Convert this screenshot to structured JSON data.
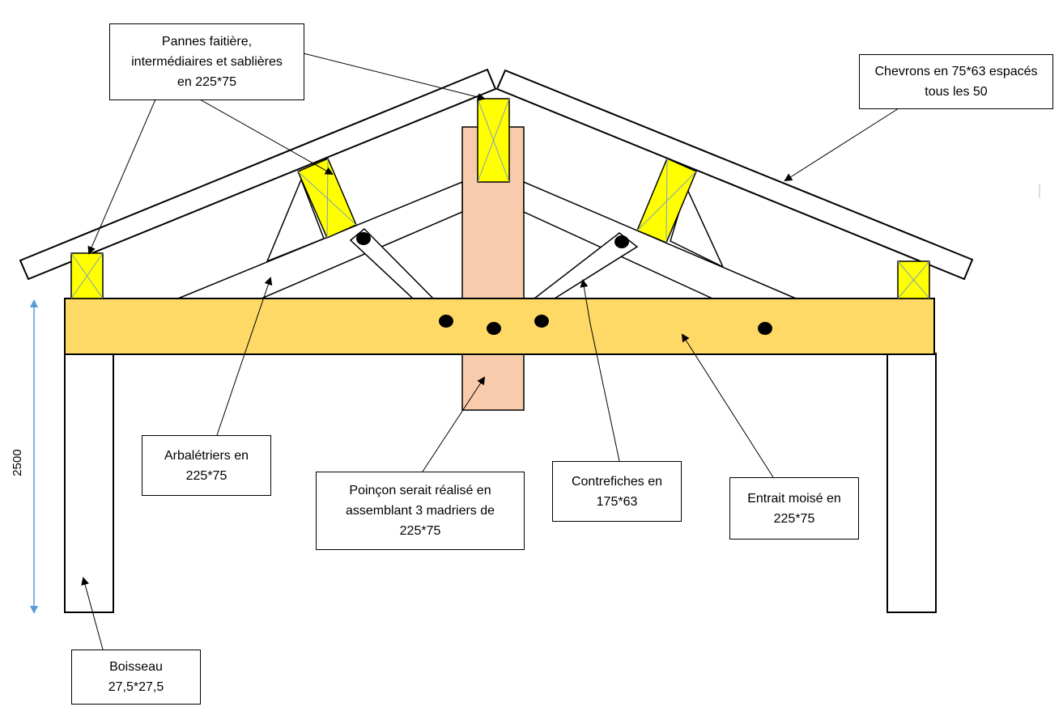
{
  "colors": {
    "panne_fill": "#FFFF00",
    "entrait_fill": "#FFD966",
    "poincon_fill": "#F8CBAD",
    "dimension_line": "#5B9BD5",
    "outline": "#000000"
  },
  "labels": {
    "pannes": "Pannes faitière,\nintermédiaires et sablières\nen 225*75",
    "chevrons": "Chevrons en 75*63 espacés\ntous les 50",
    "arbaletriers": "Arbalétriers en\n225*75",
    "poincon": "Poinçon serait réalisé en\nassemblant 3 madriers de\n225*75",
    "contrefiches": "Contrefiches en\n175*63",
    "entrait": "Entrait moisé en\n225*75",
    "boisseau": "Boisseau\n27,5*27,5"
  },
  "dimension": {
    "height_label": "2500"
  }
}
